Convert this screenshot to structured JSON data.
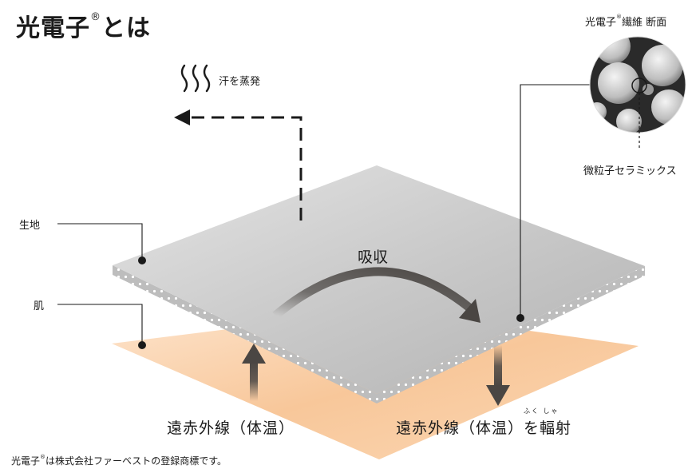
{
  "title": "光電子",
  "title_mark": "®",
  "title_suffix": "とは",
  "cross_section": {
    "label_main": "光電子",
    "label_mark": "®",
    "label_rest": "繊維 断面",
    "particle_label": "微粒子セラミックス"
  },
  "labels": {
    "sweat": "汗を蒸発",
    "fabric": "生地",
    "skin": "肌",
    "absorb": "吸収",
    "far_infrared_body": "遠赤外線（体温）",
    "far_infrared_emit": "遠赤外線（体温）を輻射",
    "ruby_fukusha": "ふく しゃ"
  },
  "footnote": {
    "main": "光電子",
    "mark": "®",
    "rest": "は株式会社ファーベストの登録商標です。"
  },
  "colors": {
    "fabric": "#c9c9c9",
    "skin": "#f8c79a",
    "arrow": "#4a4643",
    "line": "#1a1a1a"
  }
}
